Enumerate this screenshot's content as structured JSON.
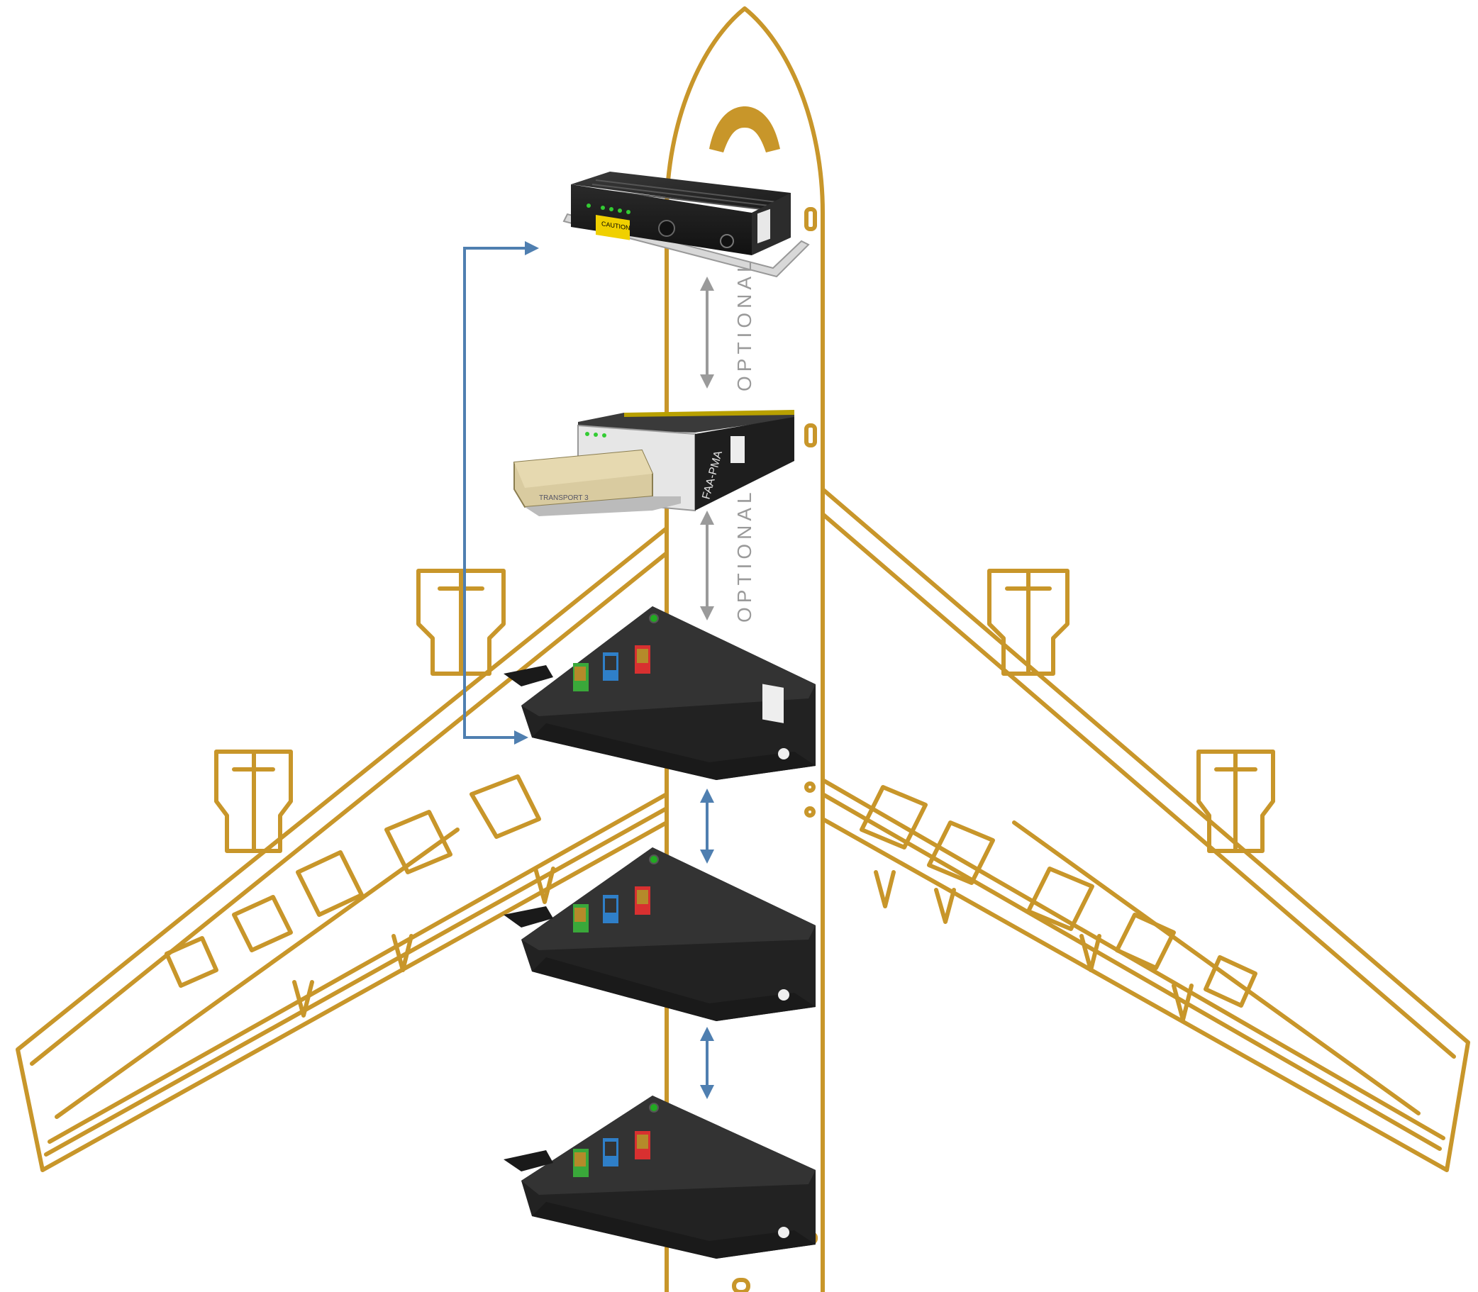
{
  "labels": {
    "optional_top": "OPTIONAL",
    "optional_bottom": "OPTIONAL"
  },
  "devices": {
    "router_caution": "CAUTION",
    "storage_brand": "FAA-PMA",
    "storage_cartridge": "TRANSPORT 3"
  },
  "colors": {
    "airframe": "#c8962a",
    "optional_arrow": "#9a9a9a",
    "link_arrow": "#4f7fb0",
    "port_green": "#3aa83a",
    "port_blue": "#2f7fc8",
    "port_red": "#d83030",
    "device_body": "#1e1e1e"
  },
  "icons": {
    "airframe": "aircraft-outline-icon",
    "vertical_arrow": "double-headed-arrow-icon",
    "link": "elbow-arrow-icon"
  }
}
